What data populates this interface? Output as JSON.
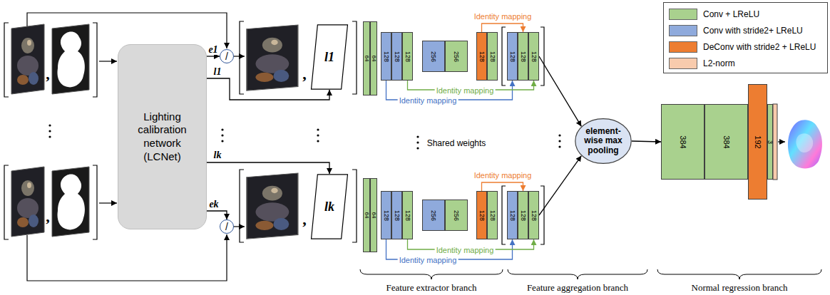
{
  "diagram": {
    "nodes": [
      {
        "text": [
          "Lighting calibration network (LCNet)"
        ]
      },
      {
        "text": [
          "/"
        ]
      },
      {
        "text": [
          "l1"
        ]
      },
      {
        "text": [
          "64"
        ]
      },
      {
        "text": [
          "64"
        ]
      },
      {
        "text": [
          "128"
        ]
      },
      {
        "text": [
          "128"
        ]
      },
      {
        "text": [
          "128"
        ]
      },
      {
        "text": [
          "256"
        ]
      },
      {
        "text": [
          "256"
        ]
      },
      {
        "text": [
          "128"
        ]
      },
      {
        "text": [
          "128"
        ]
      },
      {
        "text": [
          "128"
        ]
      },
      {
        "text": [
          "128"
        ]
      },
      {
        "text": [
          "128"
        ]
      },
      {
        "text": [
          "/"
        ]
      },
      {
        "text": [
          "lk"
        ]
      },
      {
        "text": [
          "64"
        ]
      },
      {
        "text": [
          "64"
        ]
      },
      {
        "text": [
          "128"
        ]
      },
      {
        "text": [
          "128"
        ]
      },
      {
        "text": [
          "128"
        ]
      },
      {
        "text": [
          "256"
        ]
      },
      {
        "text": [
          "256"
        ]
      },
      {
        "text": [
          "128"
        ]
      },
      {
        "text": [
          "128"
        ]
      },
      {
        "text": [
          "128"
        ]
      },
      {
        "text": [
          "128"
        ]
      },
      {
        "text": [
          "128"
        ]
      },
      {
        "text": [
          "element-wise max pooling"
        ]
      },
      {
        "text": [
          "384"
        ]
      },
      {
        "text": [
          "384"
        ]
      },
      {
        "text": [
          "192"
        ]
      },
      {
        "text": [
          "3"
        ]
      }
    ],
    "edges": [
      {
        "from": 0,
        "to": 1,
        "arrow": "to",
        "label": "e1"
      },
      {
        "from": 0,
        "to": 2,
        "arrow": "to",
        "label": "l1"
      },
      {
        "from": 5,
        "to": 12,
        "arrow": "to",
        "label": "Identity mapping"
      },
      {
        "from": 7,
        "to": 14,
        "arrow": "to",
        "label": "Identity mapping"
      },
      {
        "from": 10,
        "to": 13,
        "arrow": "to",
        "label": "Identity mapping"
      },
      {
        "from": 0,
        "to": 16,
        "arrow": "to",
        "label": "lk"
      },
      {
        "from": 0,
        "to": 15,
        "arrow": "to",
        "label": "ek"
      },
      {
        "from": 19,
        "to": 26,
        "arrow": "to",
        "label": "Identity mapping"
      },
      {
        "from": 21,
        "to": 28,
        "arrow": "to",
        "label": "Identity mapping"
      },
      {
        "from": 24,
        "to": 27,
        "arrow": "to",
        "label": "Identity mapping"
      },
      {
        "from": 14,
        "to": 29,
        "arrow": "to"
      },
      {
        "from": 28,
        "to": 29,
        "arrow": "to"
      },
      {
        "from": 29,
        "to": 30,
        "arrow": "to"
      }
    ],
    "labels": [
      ",",
      ",",
      "Shared weights",
      ",",
      ",",
      "Feature extractor branch",
      "Feature aggregation branch",
      "Normal regression branch"
    ],
    "legend": [
      {
        "text": "Conv + LReLU",
        "color": "#a9d18e"
      },
      {
        "text": "Conv with stride2+ LReLU",
        "color": "#8faadc"
      },
      {
        "text": "DeConv with stride2 + LReLU",
        "color": "#ed7d31"
      },
      {
        "text": "L2-norm",
        "color": "#f8cbad"
      }
    ]
  }
}
